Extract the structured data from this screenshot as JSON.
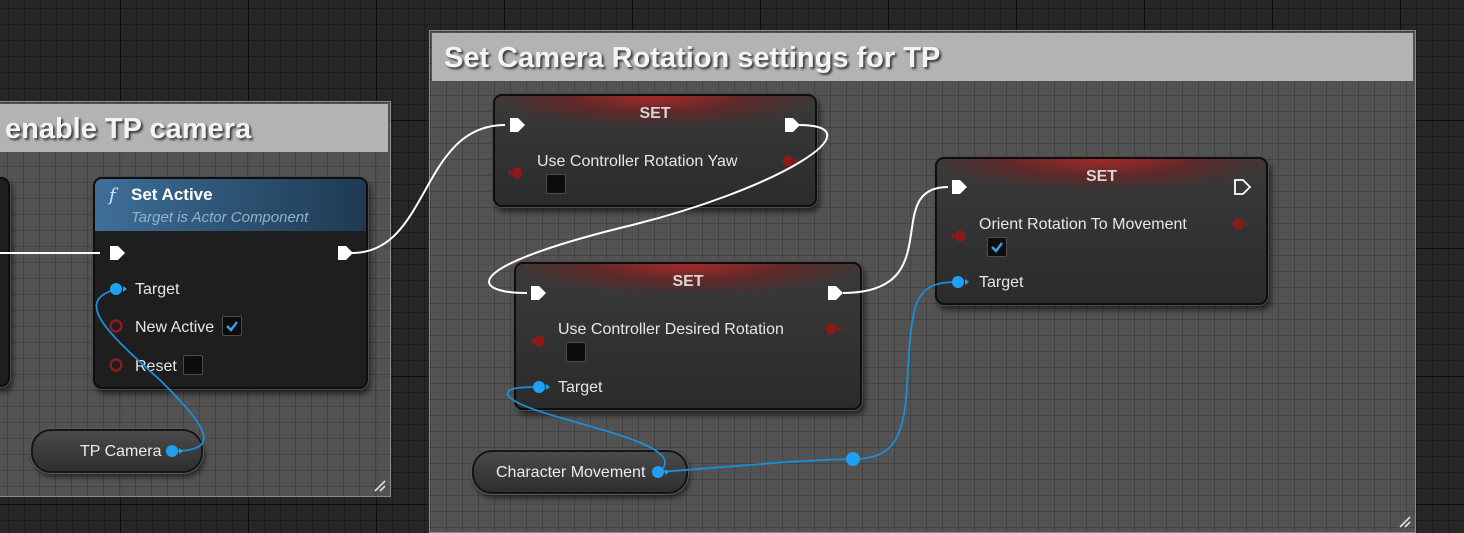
{
  "comments": {
    "left": {
      "title": "enable TP camera"
    },
    "right": {
      "title": "Set Camera Rotation settings for TP"
    }
  },
  "set_active": {
    "title": "Set Active",
    "subtitle": "Target is Actor Component",
    "function_icon": "f",
    "pins": {
      "target": "Target",
      "new_active": "New Active",
      "reset": "Reset"
    },
    "new_active_checked": true,
    "reset_checked": false
  },
  "tp_camera": {
    "label": "TP Camera"
  },
  "set_yaw": {
    "header": "SET",
    "variable": "Use Controller Rotation Yaw",
    "checked": false
  },
  "set_desired": {
    "header": "SET",
    "variable": "Use Controller Desired Rotation",
    "target": "Target",
    "checked": false
  },
  "set_orient": {
    "header": "SET",
    "variable": "Orient Rotation To Movement",
    "target": "Target",
    "checked": true
  },
  "character_movement": {
    "label": "Character Movement"
  },
  "colors": {
    "exec": "#ffffff",
    "object_pin": "#1fa0f0",
    "bool_pin": "#8c1a1a",
    "comment_title_bg": "#b3b3b3"
  }
}
